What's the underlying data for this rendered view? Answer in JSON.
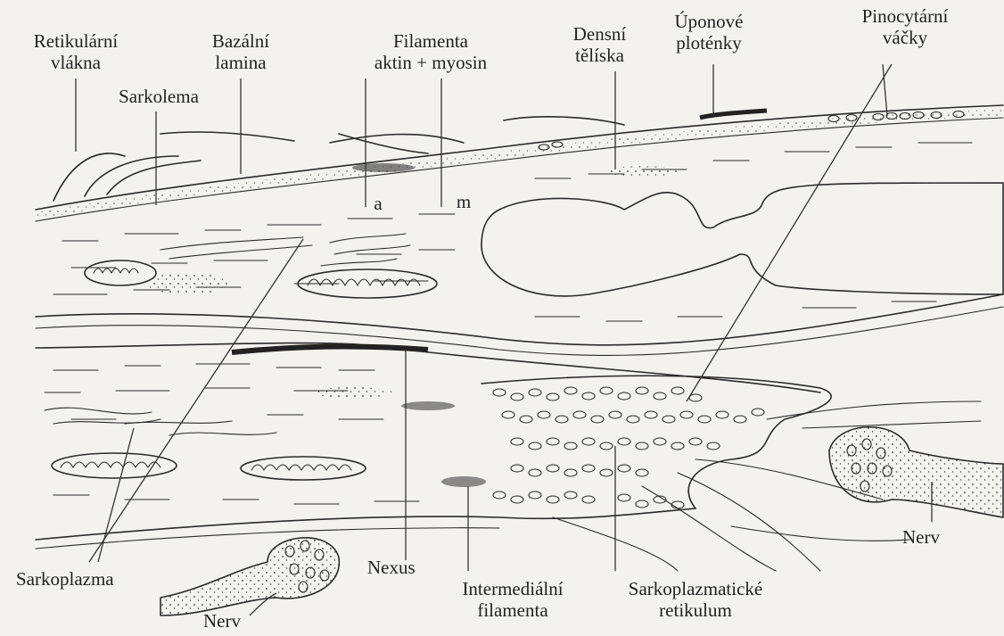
{
  "labels": {
    "reticular_fibers": [
      "Retikulární",
      "vlákna"
    ],
    "sarcolemma": "Sarkolema",
    "basal_lamina": [
      "Bazální",
      "lamina"
    ],
    "filaments": [
      "Filamenta",
      "aktin + myosin"
    ],
    "marker_a": "a",
    "marker_m": "m",
    "dense_bodies": [
      "Densní",
      "tělíska"
    ],
    "attachment_plaques": [
      "Úponové",
      "ploténky"
    ],
    "pinocytic_vesicles": [
      "Pinocytární",
      "váčky"
    ],
    "sarcoplasm": "Sarkoplazma",
    "nexus": "Nexus",
    "intermediate_filaments": [
      "Intermediální",
      "filamenta"
    ],
    "sarcoplasmic_reticulum": [
      "Sarkoplazmatické",
      "retikulum"
    ],
    "nerve_right": "Nerv",
    "nerve_left": "Nerv"
  }
}
